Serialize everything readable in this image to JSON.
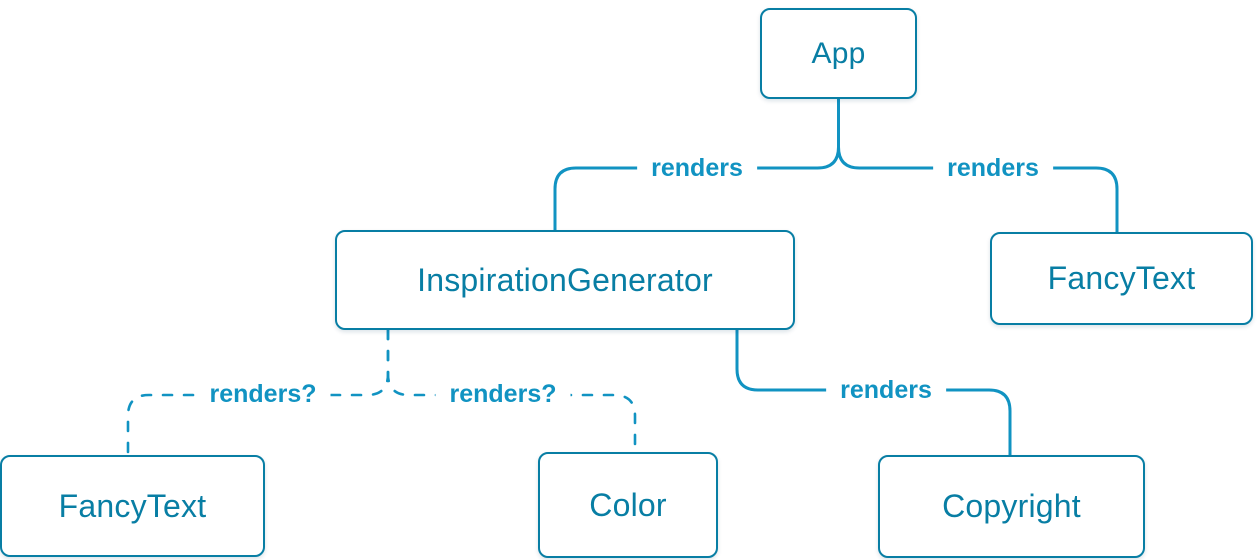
{
  "diagram": {
    "type": "component-render-tree",
    "colors": {
      "node_border": "#087ea4",
      "node_text": "#087ea4",
      "node_bg": "#ffffff",
      "edge": "#1193c2",
      "edge_label": "#1193c2",
      "page_bg": "#ffffff"
    },
    "nodes": {
      "app": {
        "label": "App"
      },
      "inspiration_generator": {
        "label": "InspirationGenerator"
      },
      "fancy_text_top": {
        "label": "FancyText"
      },
      "fancy_text_bottom": {
        "label": "FancyText"
      },
      "color": {
        "label": "Color"
      },
      "copyright": {
        "label": "Copyright"
      }
    },
    "edges": {
      "app_inspiration": {
        "label": "renders",
        "style": "solid"
      },
      "app_fancytext": {
        "label": "renders",
        "style": "solid"
      },
      "inspiration_fancytext": {
        "label": "renders?",
        "style": "dashed"
      },
      "inspiration_color": {
        "label": "renders?",
        "style": "dashed"
      },
      "inspiration_copyright": {
        "label": "renders",
        "style": "solid"
      }
    }
  }
}
